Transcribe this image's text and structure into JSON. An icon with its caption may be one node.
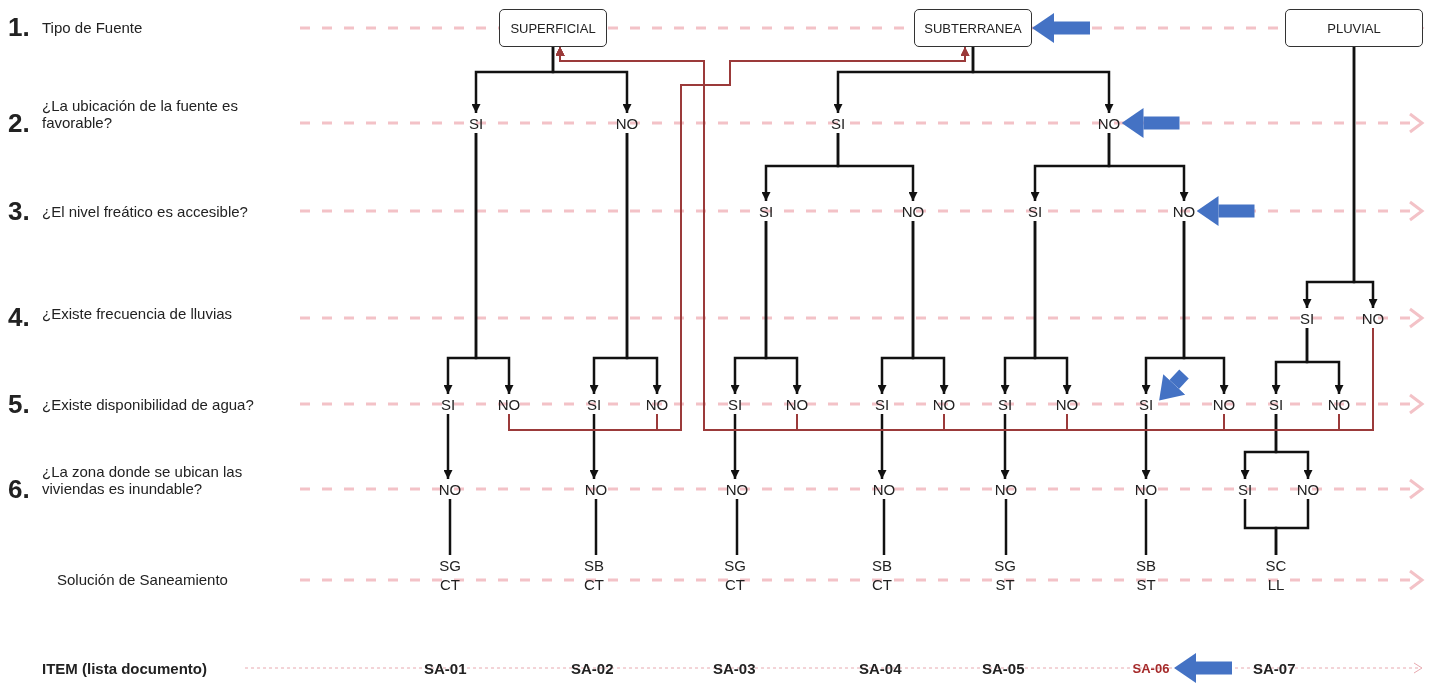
{
  "diagram": {
    "nodes": [
      {
        "text": [
          "SUPERFICIAL"
        ]
      },
      {
        "text": [
          "SUBTERRANEA"
        ]
      },
      {
        "text": [
          "PLUVIAL"
        ]
      },
      {
        "text": [
          "SI"
        ]
      },
      {
        "text": [
          "NO"
        ]
      },
      {
        "text": [
          "SI"
        ]
      },
      {
        "text": [
          "NO"
        ]
      },
      {
        "text": [
          "SI"
        ]
      },
      {
        "text": [
          "NO"
        ]
      },
      {
        "text": [
          "SI"
        ]
      },
      {
        "text": [
          "NO"
        ]
      },
      {
        "text": [
          "SI"
        ]
      },
      {
        "text": [
          "NO"
        ]
      },
      {
        "text": [
          "SI"
        ]
      },
      {
        "text": [
          "NO"
        ]
      },
      {
        "text": [
          "SI"
        ]
      },
      {
        "text": [
          "NO"
        ]
      },
      {
        "text": [
          "SI"
        ]
      },
      {
        "text": [
          "NO"
        ]
      },
      {
        "text": [
          "SI"
        ]
      },
      {
        "text": [
          "NO"
        ]
      },
      {
        "text": [
          "SI"
        ]
      },
      {
        "text": [
          "NO"
        ]
      },
      {
        "text": [
          "SI"
        ]
      },
      {
        "text": [
          "NO"
        ]
      },
      {
        "text": [
          "SI"
        ]
      },
      {
        "text": [
          "NO"
        ]
      },
      {
        "text": [
          "NO"
        ]
      },
      {
        "text": [
          "NO"
        ]
      },
      {
        "text": [
          "NO"
        ]
      },
      {
        "text": [
          "NO"
        ]
      },
      {
        "text": [
          "NO"
        ]
      },
      {
        "text": [
          "NO"
        ]
      },
      {
        "text": [
          "SI"
        ]
      },
      {
        "text": [
          "NO"
        ]
      },
      {
        "text": [
          "SG CT"
        ]
      },
      {
        "text": [
          "SB CT"
        ]
      },
      {
        "text": [
          "SG CT"
        ]
      },
      {
        "text": [
          "SB CT"
        ]
      },
      {
        "text": [
          "SG ST"
        ]
      },
      {
        "text": [
          "SB ST"
        ]
      },
      {
        "text": [
          "SC LL"
        ]
      },
      {
        "text": [
          "SA-06"
        ]
      }
    ],
    "edges": [
      {
        "from": 0,
        "to": 3,
        "arrow": "to"
      },
      {
        "from": 0,
        "to": 4,
        "arrow": "to"
      },
      {
        "from": 1,
        "to": 5,
        "arrow": "to"
      },
      {
        "from": 1,
        "to": 6,
        "arrow": "to"
      },
      {
        "from": 2,
        "to": 11,
        "arrow": "to"
      },
      {
        "from": 2,
        "to": 12,
        "arrow": "to"
      },
      {
        "from": 5,
        "to": 7,
        "arrow": "to"
      },
      {
        "from": 5,
        "to": 8,
        "arrow": "to"
      },
      {
        "from": 6,
        "to": 9,
        "arrow": "to"
      },
      {
        "from": 6,
        "to": 10,
        "arrow": "to"
      },
      {
        "from": 3,
        "to": 13,
        "arrow": "to"
      },
      {
        "from": 3,
        "to": 14,
        "arrow": "to"
      },
      {
        "from": 4,
        "to": 15,
        "arrow": "to"
      },
      {
        "from": 4,
        "to": 16,
        "arrow": "to"
      },
      {
        "from": 7,
        "to": 17,
        "arrow": "to"
      },
      {
        "from": 7,
        "to": 18,
        "arrow": "to"
      },
      {
        "from": 8,
        "to": 19,
        "arrow": "to"
      },
      {
        "from": 8,
        "to": 20,
        "arrow": "to"
      },
      {
        "from": 9,
        "to": 21,
        "arrow": "to"
      },
      {
        "from": 9,
        "to": 22,
        "arrow": "to"
      },
      {
        "from": 10,
        "to": 23,
        "arrow": "to"
      },
      {
        "from": 10,
        "to": 24,
        "arrow": "to"
      },
      {
        "from": 11,
        "to": 25,
        "arrow": "to"
      },
      {
        "from": 11,
        "to": 26,
        "arrow": "to"
      },
      {
        "from": 13,
        "to": 27,
        "arrow": "to"
      },
      {
        "from": 15,
        "to": 28,
        "arrow": "to"
      },
      {
        "from": 17,
        "to": 29,
        "arrow": "to"
      },
      {
        "from": 19,
        "to": 30,
        "arrow": "to"
      },
      {
        "from": 21,
        "to": 31,
        "arrow": "to"
      },
      {
        "from": 23,
        "to": 32,
        "arrow": "to"
      },
      {
        "from": 25,
        "to": 33,
        "arrow": "to"
      },
      {
        "from": 25,
        "to": 34,
        "arrow": "to"
      },
      {
        "from": 27,
        "to": 35,
        "arrow": "none"
      },
      {
        "from": 28,
        "to": 36,
        "arrow": "none"
      },
      {
        "from": 29,
        "to": 37,
        "arrow": "none"
      },
      {
        "from": 30,
        "to": 38,
        "arrow": "none"
      },
      {
        "from": 31,
        "to": 39,
        "arrow": "none"
      },
      {
        "from": 32,
        "to": 40,
        "arrow": "none"
      },
      {
        "from": 33,
        "to": 41,
        "arrow": "none"
      },
      {
        "from": 34,
        "to": 41,
        "arrow": "none"
      },
      {
        "from": 14,
        "to": 1,
        "arrow": "to",
        "color": "#9b3a3a"
      },
      {
        "from": 16,
        "to": 1,
        "arrow": "to",
        "color": "#9b3a3a"
      },
      {
        "from": 18,
        "to": 0,
        "arrow": "to",
        "color": "#9b3a3a"
      },
      {
        "from": 20,
        "to": 0,
        "arrow": "to",
        "color": "#9b3a3a"
      },
      {
        "from": 22,
        "to": 0,
        "arrow": "to",
        "color": "#9b3a3a"
      },
      {
        "from": 24,
        "to": 0,
        "arrow": "to",
        "color": "#9b3a3a"
      },
      {
        "from": 26,
        "to": 0,
        "arrow": "to",
        "color": "#9b3a3a"
      },
      {
        "from": 12,
        "to": 0,
        "arrow": "to",
        "color": "#9b3a3a"
      },
      {
        "from": null,
        "to": 1,
        "arrow": "to",
        "style": "thick",
        "color": "#4472c4"
      },
      {
        "from": null,
        "to": 6,
        "arrow": "to",
        "style": "thick",
        "color": "#4472c4"
      },
      {
        "from": null,
        "to": 10,
        "arrow": "to",
        "style": "thick",
        "color": "#4472c4"
      },
      {
        "from": null,
        "to": 23,
        "arrow": "to",
        "style": "thick",
        "color": "#4472c4"
      },
      {
        "from": null,
        "to": 42,
        "arrow": "to",
        "style": "thick",
        "color": "#4472c4"
      }
    ],
    "labels": [
      "1.",
      "Tipo de Fuente",
      "2.",
      "¿La ubicación de la fuente es favorable?",
      "3.",
      "¿El nivel freático es accesible?",
      "4.",
      "¿Existe frecuencia de lluvias",
      "5.",
      "¿Existe disponibilidad de agua?",
      "6.",
      "¿La zona donde se ubican las viviendas es inundable?",
      "Solución de Saneamiento",
      "ITEM (lista documento)",
      "SA-01",
      "SA-02",
      "SA-03",
      "SA-04",
      "SA-05",
      "SA-07"
    ]
  }
}
